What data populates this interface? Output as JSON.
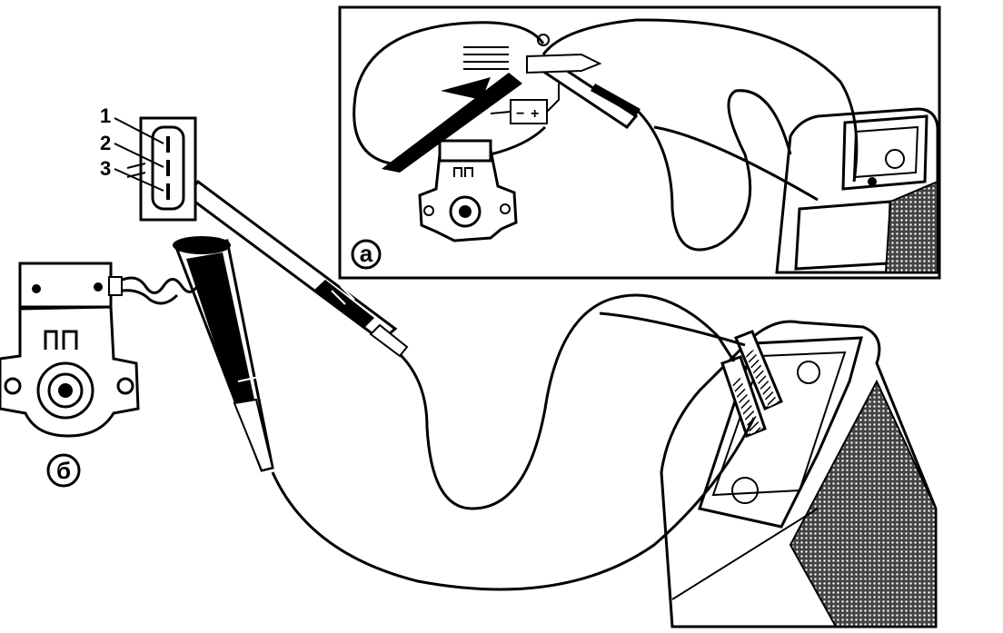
{
  "labels": {
    "pin1": "1",
    "pin2": "2",
    "pin3": "3",
    "inset": "а",
    "sensor": "б"
  },
  "colors": {
    "ink": "#000000",
    "paper": "#ffffff",
    "shade": "#555555"
  }
}
